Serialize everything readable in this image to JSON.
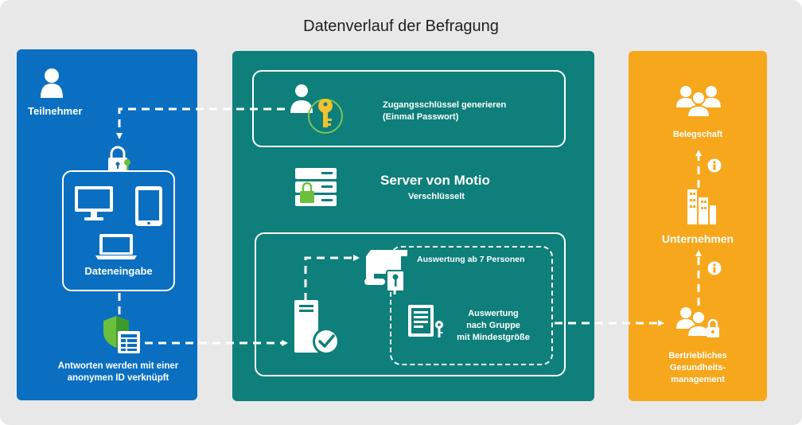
{
  "title": "Datenverlauf der Befragung",
  "participant": {
    "label": "Teilnehmer",
    "data_entry_label": "Dateneingabe",
    "anonymous_label": "Antworten werden mit einer anonymen ID verknüpft"
  },
  "server": {
    "access_key_label": "Zugangsschlüssel generieren\n(Einmal Passwort)",
    "server_title": "Server von Motio",
    "server_subtitle": "Verschlüsselt",
    "evaluation_7_label": "Auswertung ab 7 Personen",
    "evaluation_group_label": "Auswertung\nnach Gruppe\nmit Mindestgröße"
  },
  "company": {
    "workforce_label": "Belegschaft",
    "company_label": "Unternehmen",
    "bgm_label": "Bertriebliches\nGesundheits-\nmanagement"
  },
  "colors": {
    "background": "#e8e8e8",
    "participant_panel": "#0a6fc0",
    "server_panel": "#0e7f7a",
    "company_panel": "#f7a71c",
    "key_accent": "#f2c230",
    "lock_accent": "#6cbf3c"
  },
  "icons": [
    "person-icon",
    "key-icon",
    "lock-icon",
    "monitor-icon",
    "tablet-icon",
    "laptop-icon",
    "shield-icon",
    "table-icon",
    "server-icon",
    "document-icon",
    "certificate-icon",
    "checkmark-icon",
    "group-icon",
    "building-icon",
    "info-icon"
  ]
}
